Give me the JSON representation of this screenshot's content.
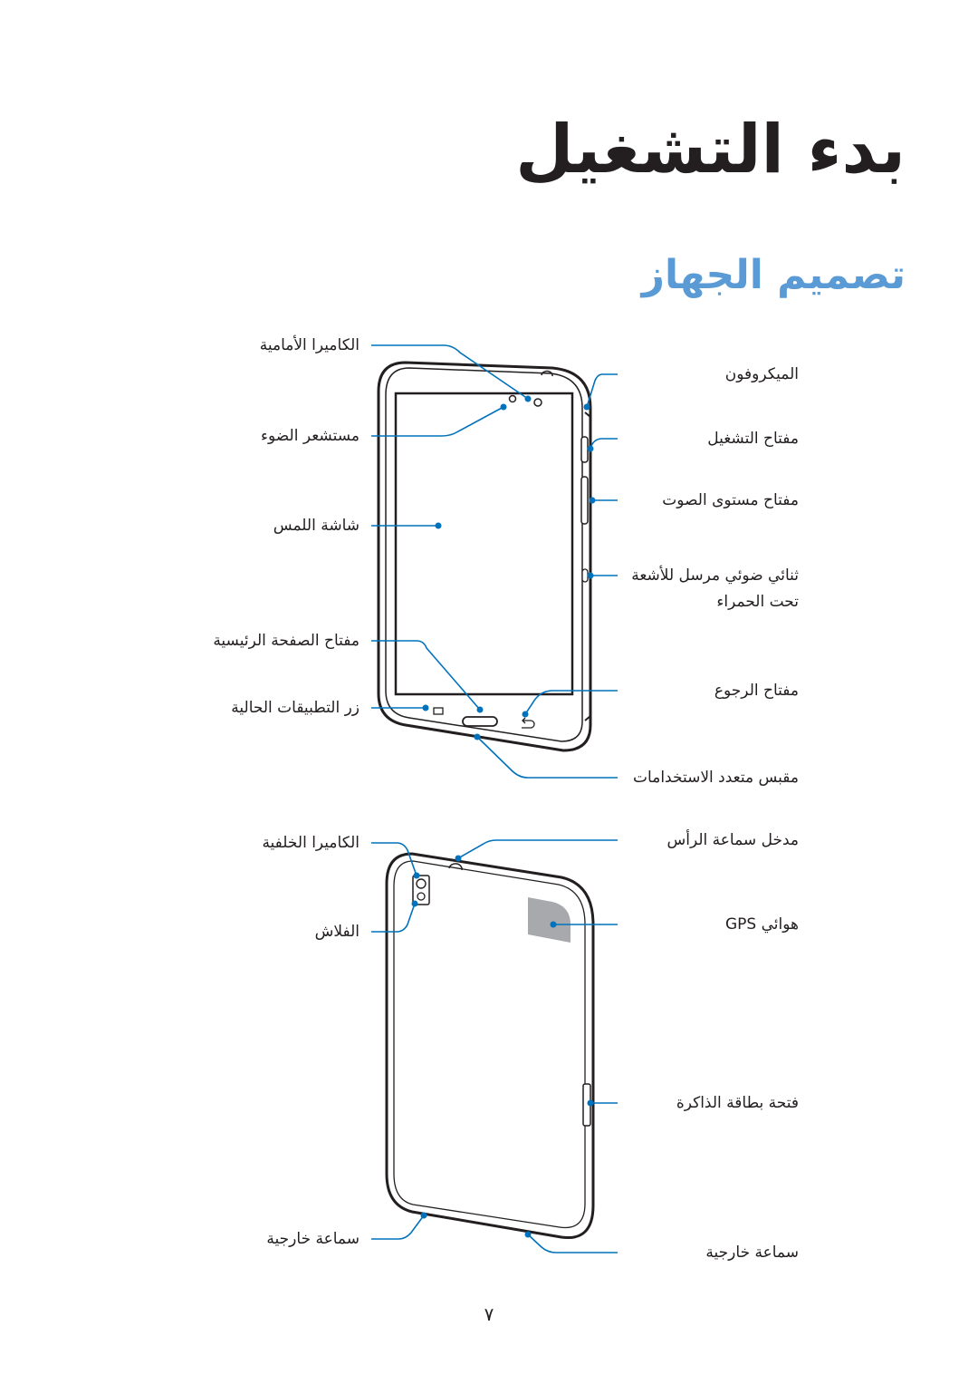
{
  "page": {
    "title": "بدء التشغيل",
    "subtitle": "تصميم الجهاز",
    "page_number": "٧"
  },
  "colors": {
    "accent": "#5b9bd5",
    "leader": "#0072bc",
    "device_outline": "#231f20",
    "gps_area": "#a7a9ac"
  },
  "front_view": {
    "labels_left": {
      "front_camera": "الكاميرا الأمامية",
      "light_sensor": "مستشعر الضوء",
      "touchscreen": "شاشة اللمس",
      "home_key": "مفتاح الصفحة الرئيسية",
      "recent_apps_key": "زر التطبيقات الحالية"
    },
    "labels_right": {
      "microphone": "الميكروفون",
      "power_key": "مفتاح التشغيل",
      "volume_key": "مفتاح مستوى الصوت",
      "ir_led_1": "ثنائي ضوئي مرسل للأشعة",
      "ir_led_2": "تحت الحمراء",
      "back_key": "مفتاح الرجوع",
      "multipurpose_jack": "مقبس متعدد الاستخدامات"
    }
  },
  "back_view": {
    "labels_left": {
      "rear_camera": "الكاميرا الخلفية",
      "flash": "الفلاش",
      "speaker_left": "سماعة خارجية"
    },
    "labels_right": {
      "headset_jack": "مدخل سماعة الرأس",
      "gps_antenna": "هوائي GPS",
      "memory_card_slot": "فتحة بطاقة الذاكرة",
      "speaker_right": "سماعة خارجية"
    }
  }
}
